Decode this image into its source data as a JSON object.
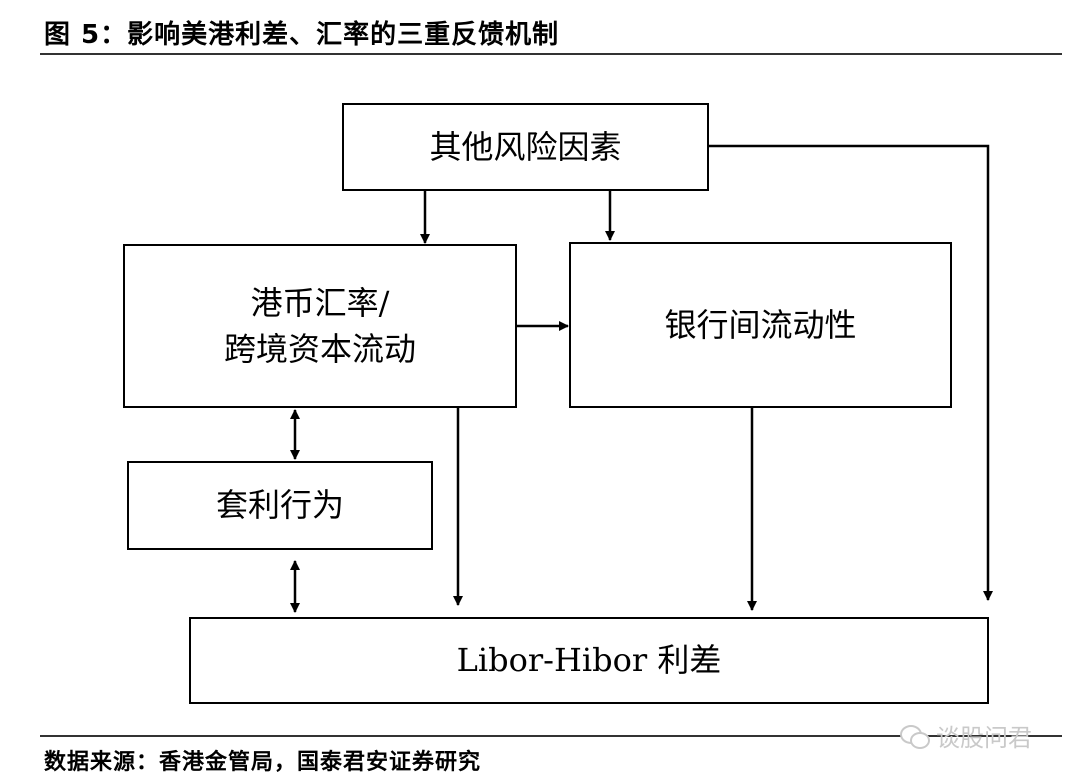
{
  "figure": {
    "title": "图 5：影响美港利差、汇率的三重反馈机制",
    "source": "数据来源：香港金管局，国泰君安证券研究"
  },
  "nodes": {
    "other_risk": {
      "label": "其他风险因素"
    },
    "hkd_fx": {
      "line1": "港币汇率/",
      "line2": "跨境资本流动"
    },
    "interbank": {
      "label": "银行间流动性"
    },
    "arbitrage": {
      "label": "套利行为"
    },
    "spread": {
      "label": "Libor-Hibor 利差"
    }
  },
  "watermark": {
    "text": "谈股问君",
    "icon": "wechat-icon"
  }
}
